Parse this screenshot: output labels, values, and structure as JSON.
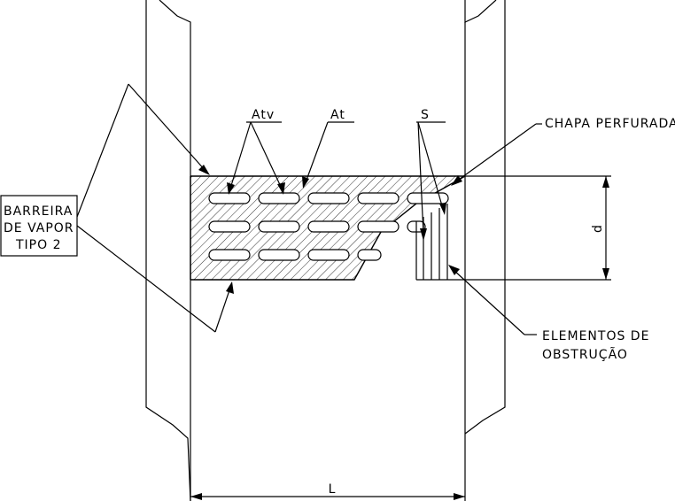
{
  "labels": {
    "atv": "Atv",
    "at": "At",
    "s": "S",
    "chapa": "CHAPA PERFURADA",
    "barreira_1": "BARREIRA",
    "barreira_2": "DE VAPOR",
    "barreira_3": "TIPO 2",
    "elementos_1": "ELEMENTOS DE",
    "elementos_2": "OBSTRUÇÃO",
    "dim_d": "d",
    "dim_l": "L"
  }
}
